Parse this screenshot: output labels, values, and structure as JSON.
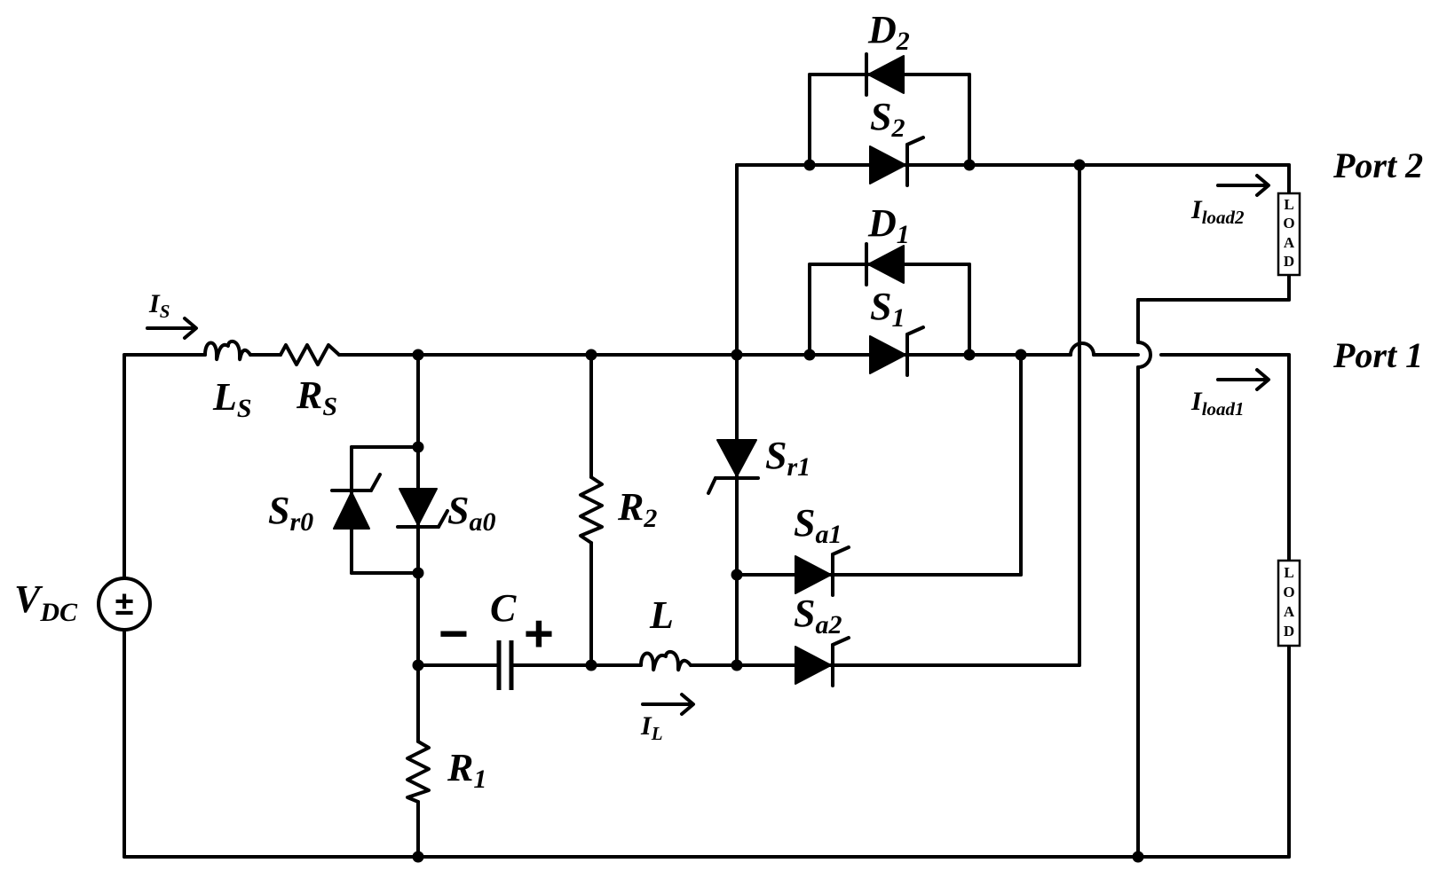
{
  "source": {
    "name": "V",
    "sub": "DC",
    "plus": "±"
  },
  "currents": {
    "is": {
      "name": "I",
      "sub": "S"
    },
    "il": {
      "name": "I",
      "sub": "L"
    },
    "iload1": {
      "name": "I",
      "sub": "load1"
    },
    "iload2": {
      "name": "I",
      "sub": "load2"
    }
  },
  "components": {
    "ls": {
      "name": "L",
      "sub": "S"
    },
    "rs": {
      "name": "R",
      "sub": "S"
    },
    "r1": {
      "name": "R",
      "sub": "1"
    },
    "r2": {
      "name": "R",
      "sub": "2"
    },
    "c": {
      "name": "C",
      "neg": "−",
      "pos": "+"
    },
    "l": {
      "name": "L"
    },
    "sr0": {
      "name": "S",
      "sub": "r0"
    },
    "sa0": {
      "name": "S",
      "sub": "a0"
    },
    "sr1": {
      "name": "S",
      "sub": "r1"
    },
    "sa1": {
      "name": "S",
      "sub": "a1"
    },
    "sa2": {
      "name": "S",
      "sub": "a2"
    },
    "s1": {
      "name": "S",
      "sub": "1"
    },
    "s2": {
      "name": "S",
      "sub": "2"
    },
    "d1": {
      "name": "D",
      "sub": "1"
    },
    "d2": {
      "name": "D",
      "sub": "2"
    }
  },
  "ports": {
    "port1": "Port 1",
    "port2": "Port 2"
  },
  "loads": {
    "load1": [
      "L",
      "O",
      "A",
      "D"
    ],
    "load2": [
      "L",
      "O",
      "A",
      "D"
    ]
  }
}
